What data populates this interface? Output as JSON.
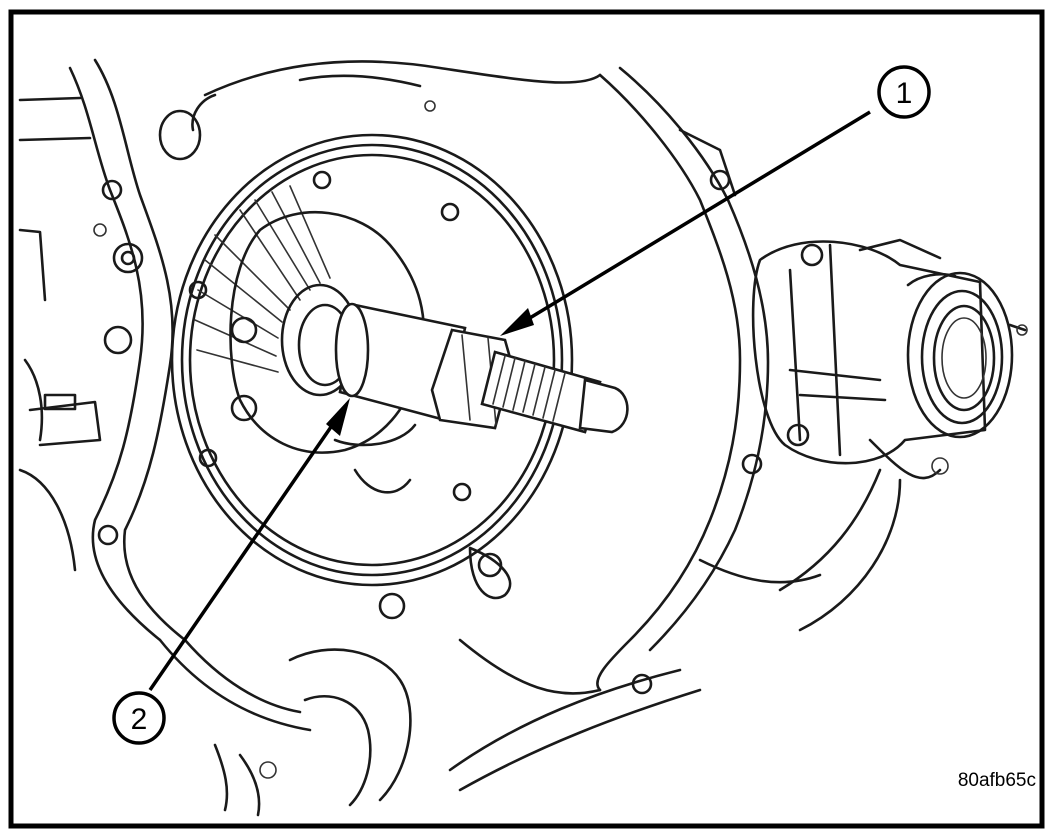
{
  "callouts": [
    {
      "label": "1"
    },
    {
      "label": "2"
    }
  ],
  "figure_id": "80afb65c",
  "colors": {
    "line": "#1a1a1a",
    "background": "#ffffff",
    "frame": "#000000"
  }
}
